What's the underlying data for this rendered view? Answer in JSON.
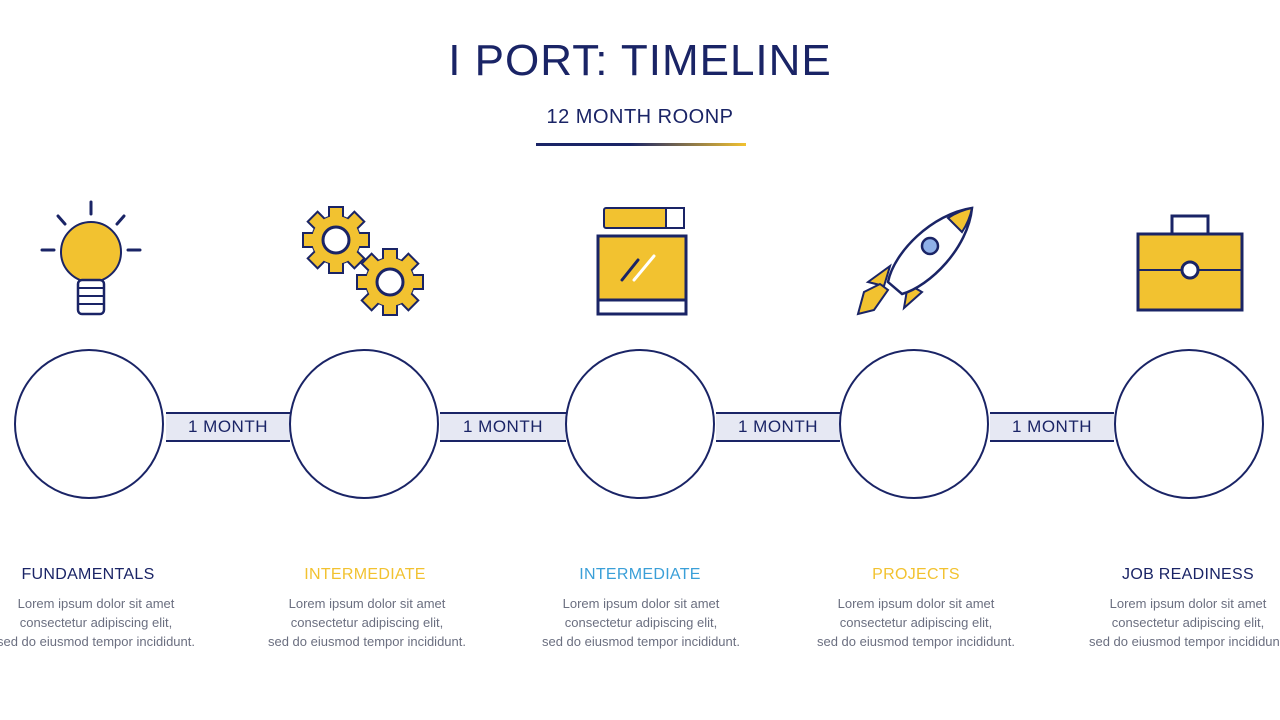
{
  "header": {
    "title": "I PORT:  TIMELINE",
    "subtitle": "12 MONTH ROONP"
  },
  "colors": {
    "navy": "#1a2466",
    "yellow": "#f2c230",
    "cyan": "#3a9fd8",
    "gray_text": "#6b6f80"
  },
  "connectors": [
    {
      "label": "1 MONTH"
    },
    {
      "label": "1 MONTH"
    },
    {
      "label": "1 MONTH"
    },
    {
      "label": "1 MONTH"
    }
  ],
  "stages": [
    {
      "icon": "lightbulb-icon",
      "title": "FUNDAMENTALS",
      "title_color": "#1a2466",
      "desc": [
        "Lorem ipsum dolor sit amet",
        "consectetur adipiscing elit,",
        "sed do eiusmod tempor incididunt."
      ]
    },
    {
      "icon": "gears-icon",
      "title": "INTERMEDIATE",
      "title_color": "#f2c230",
      "desc": [
        "Lorem ipsum dolor sit amet",
        "consectetur adipiscing elit,",
        "sed do eiusmod tempor incididunt."
      ]
    },
    {
      "icon": "book-icon",
      "title": "INTERMEDIATE",
      "title_color": "#3a9fd8",
      "desc": [
        "Lorem ipsum dolor sit amet",
        "consectetur adipiscing elit,",
        "sed do eiusmod tempor incididunt."
      ]
    },
    {
      "icon": "rocket-icon",
      "title": "PROJECTS",
      "title_color": "#f2c230",
      "desc": [
        "Lorem ipsum dolor sit amet",
        "consectetur adipiscing elit,",
        "sed do eiusmod tempor incididunt."
      ]
    },
    {
      "icon": "briefcase-icon",
      "title": "JOB READINESS",
      "title_color": "#1a2466",
      "desc": [
        "Lorem ipsum dolor sit amet",
        "consectetur adipiscing elit,",
        "sed do eiusmod tempor incididunt."
      ]
    }
  ]
}
